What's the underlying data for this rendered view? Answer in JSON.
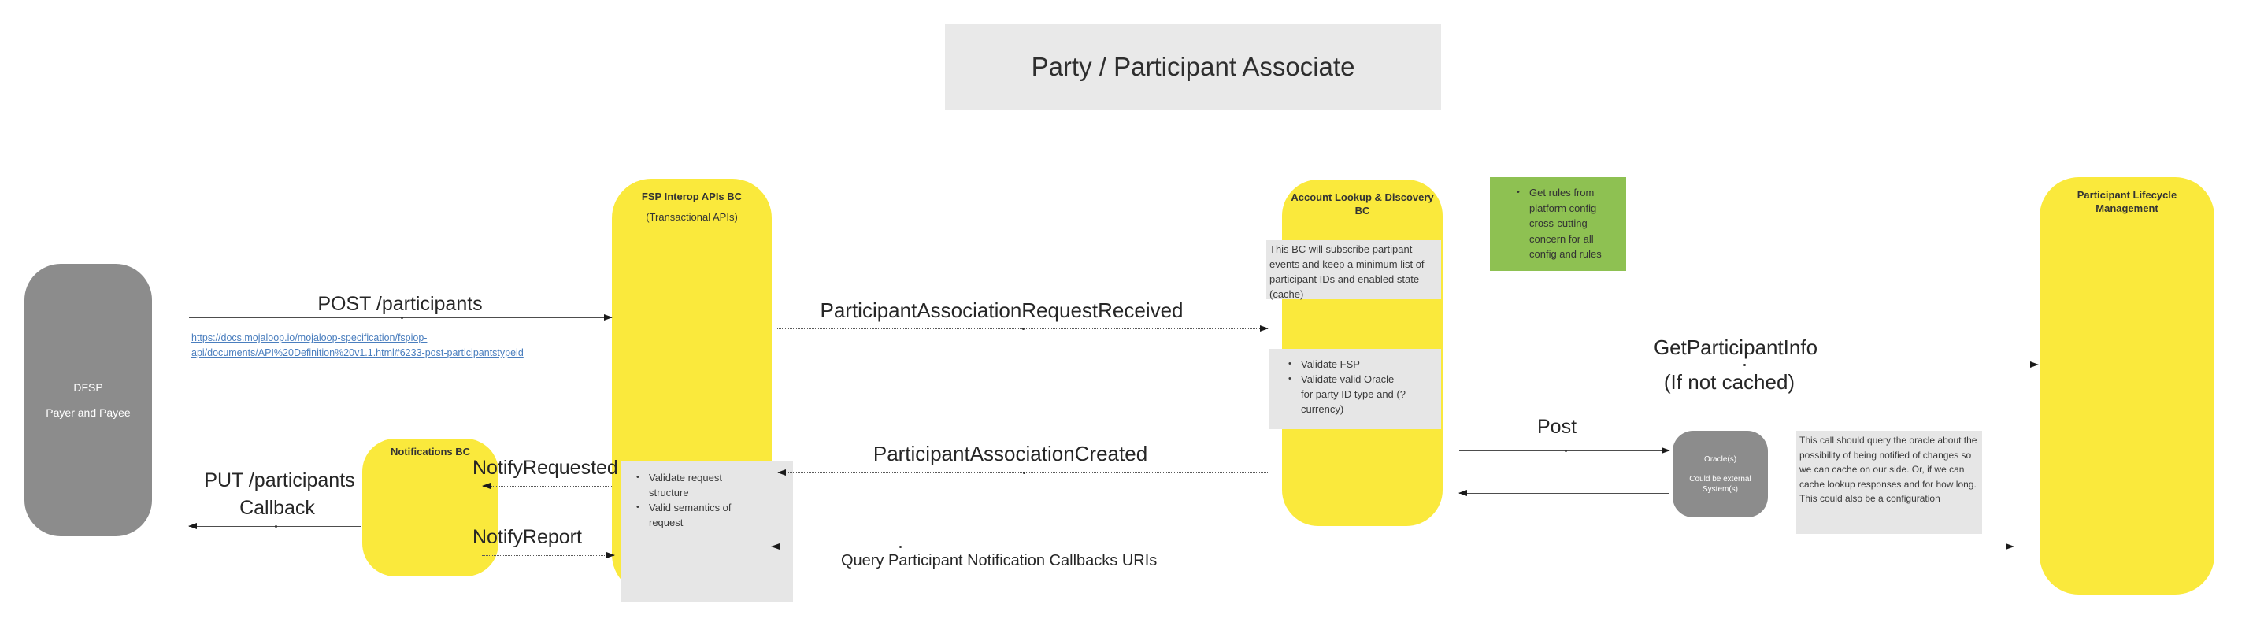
{
  "title": "Party / Participant Associate",
  "colors": {
    "component_yellow": "#FAE93C",
    "actor_gray": "#8C8C8C",
    "note_gray": "#E6E6E6",
    "note_green": "#8EC152",
    "title_background": "#E9E9E9",
    "link_blue": "#4A7EBE"
  },
  "actors": {
    "dfsp": {
      "line1": "DFSP",
      "line2": "Payer and Payee"
    },
    "oracle": {
      "line1": "Oracle(s)",
      "line2": "Could be external",
      "line3": "System(s)"
    }
  },
  "boxes": {
    "fsp_interop": {
      "title": "FSP Interop APIs BC",
      "subtitle": "(Transactional APIs)",
      "note_bullets": [
        "Validate request structure",
        "Valid semantics of request"
      ]
    },
    "notifications": {
      "title": "Notifications BC"
    },
    "account_lookup": {
      "title": "Account Lookup & Discovery BC",
      "note_subscribe": "This BC will subscribe partipant events and keep a minimum list of participant IDs and enabled state (cache)",
      "note_bullets": [
        "Validate FSP",
        "Validate valid Oracle for party ID type and (?currency)"
      ]
    },
    "participant_lifecycle": {
      "title": "Participant Lifecycle Management"
    }
  },
  "notes": {
    "green_rules": {
      "bullets": [
        "Get rules from platform config cross-cutting concern for all config and rules"
      ]
    },
    "oracle_call": {
      "text1": "This call should query the oracle about the possibility of being notified of changes so we can cache on our side. Or, if we can cache lookup responses and for how long.",
      "text2": "This could also be a configuration"
    }
  },
  "messages": {
    "post_participants": {
      "label": "POST /participants",
      "link_line1": "https://docs.mojaloop.io/mojaloop-specification/fspiop-",
      "link_line2": "api/documents/API%20Definition%20v1.1.html#6233-post-participantstypeid"
    },
    "request_received": {
      "label": "ParticipantAssociationRequestReceived"
    },
    "get_participant_info": {
      "label": "GetParticipantInfo",
      "sublabel": "(If not cached)"
    },
    "post_oracle": {
      "label": "Post"
    },
    "association_created": {
      "label": "ParticipantAssociationCreated"
    },
    "notify_requested": {
      "label": "NotifyRequested"
    },
    "notify_report": {
      "label": "NotifyReport"
    },
    "put_callback": {
      "line1": "PUT /participants",
      "line2": "Callback"
    },
    "query_uris": {
      "label": "Query Participant Notification Callbacks URIs"
    }
  }
}
